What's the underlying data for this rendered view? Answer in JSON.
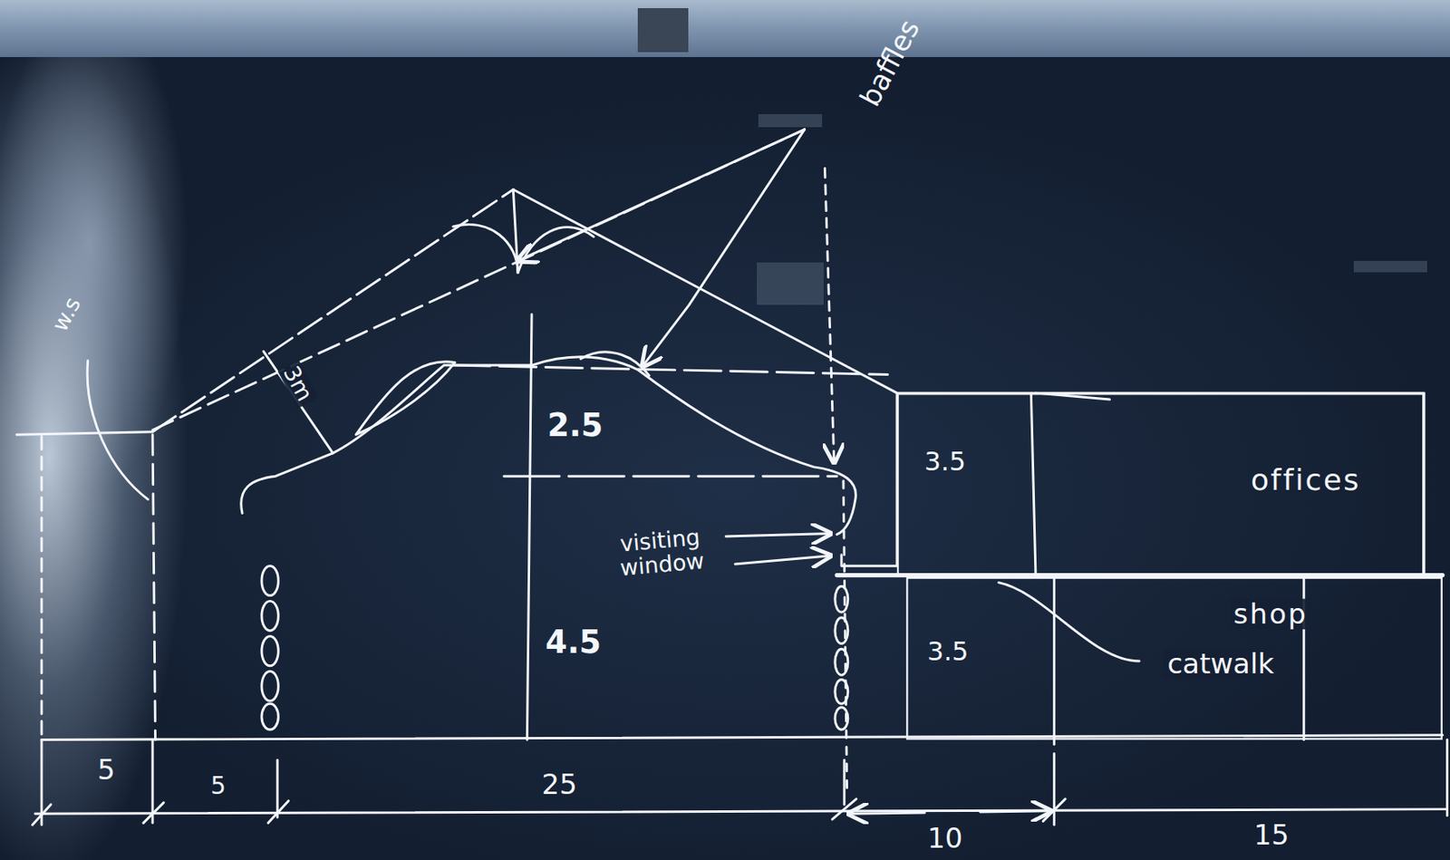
{
  "diagram": {
    "nodes": [
      {
        "text": [
          "offices"
        ]
      },
      {
        "text": [
          "shop"
        ]
      }
    ],
    "labels": [
      "baffles",
      "w.s",
      "3m",
      "2.5",
      "visiting window",
      "4.5",
      "3.5",
      "3.5",
      "catwalk",
      "5",
      "5",
      "25",
      "10",
      "15"
    ]
  }
}
